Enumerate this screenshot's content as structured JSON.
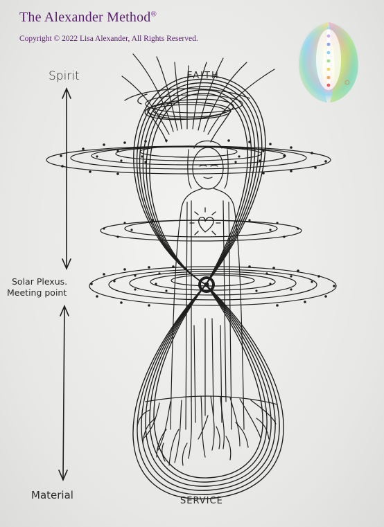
{
  "header": {
    "title": "The Alexander Method",
    "title_mark": "®",
    "copyright": "Copyright © 2022 Lisa Alexander, All Rights Reserved."
  },
  "labels": {
    "spirit": "Spirit",
    "faith": "FAITH",
    "solar_line1": "Solar Plexus.",
    "solar_line2": "Meeting point",
    "material": "Material",
    "service": "SERVICE"
  },
  "colors": {
    "brand": "#5a1f6e",
    "ink": "#1e1e1e",
    "paper": "#efefed"
  },
  "icons": {
    "logo": "chakra-aura-logo",
    "heart": "heart-icon"
  }
}
